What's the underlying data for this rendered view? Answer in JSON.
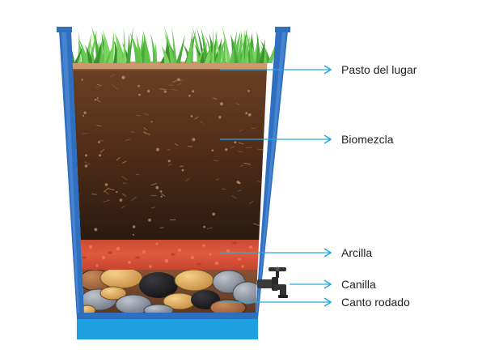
{
  "diagram": {
    "labels": {
      "grass": "Pasto del lugar",
      "biomix": "Biomezcla",
      "clay": "Arcilla",
      "faucet": "Canilla",
      "stones": "Canto rodado"
    }
  },
  "colors": {
    "container_blue": "#2f6fc0",
    "base_cyan": "#1e9fe0",
    "pointer_line": "#29a9e0",
    "soil_top": "#6b4024",
    "soil_bottom": "#2b1a10",
    "clay": "#d9533a",
    "grass": "#5fc24b",
    "gravel_bed": "#7a4a2e"
  },
  "icons": {
    "faucet": "faucet-icon"
  }
}
